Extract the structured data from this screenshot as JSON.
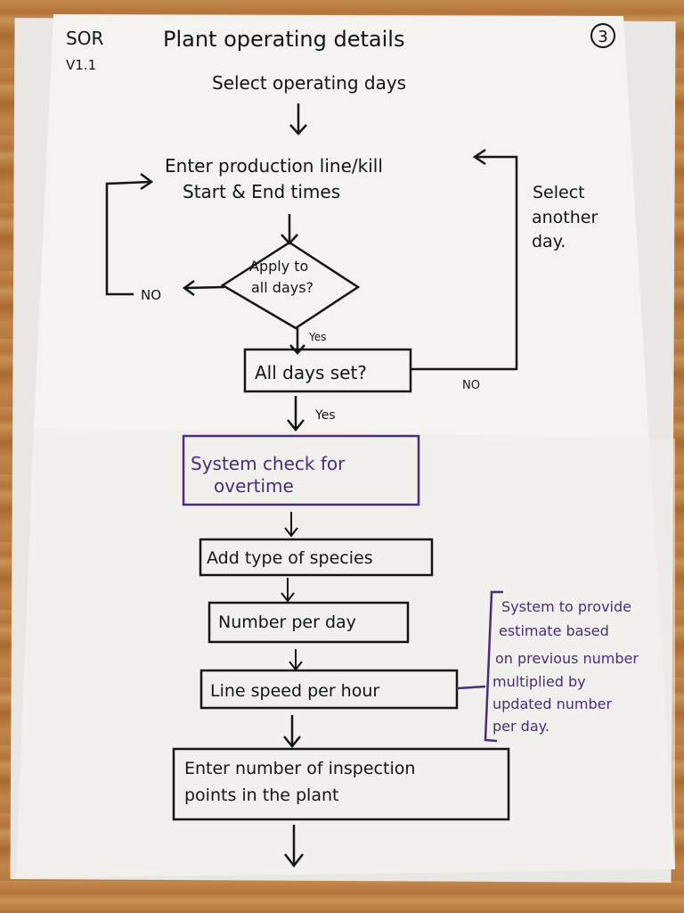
{
  "header": {
    "doc_code": "SOR",
    "version": "V1.1",
    "title": "Plant operating details",
    "page_number": "3"
  },
  "steps": {
    "select_days": "Select operating days",
    "enter_times_line1": "Enter production line/kill",
    "enter_times_line2": "Start & End times",
    "apply_line1": "Apply to",
    "apply_line2": "all days?",
    "all_days_set": "All days set?",
    "system_check_line1": "System check for",
    "system_check_line2": "overtime",
    "add_species": "Add type of species",
    "number_per_day": "Number per day",
    "line_speed": "Line speed per hour",
    "inspection_line1": "Enter number of inspection",
    "inspection_line2": "points in the plant"
  },
  "labels": {
    "no_apply": "NO",
    "yes_apply": "Yes",
    "yes_all_days": "Yes",
    "no_all_days": "NO",
    "select_another_line1": "Select",
    "select_another_line2": "another",
    "select_another_line3": "day."
  },
  "note": {
    "line1": "System to provide",
    "line2": "estimate based",
    "line3": "on previous number",
    "line4": "multiplied by",
    "line5": "updated number",
    "line6": "per day."
  },
  "colors": {
    "ink": "#141414",
    "purple": "#4a2c7a",
    "paper": "#f4f3f0"
  }
}
